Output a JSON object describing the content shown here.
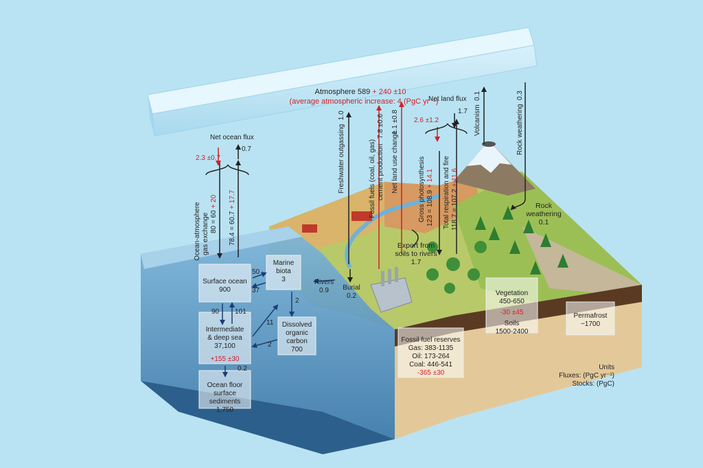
{
  "atmosphere": {
    "title_prefix": "Atmosphere 589",
    "title_increase": " + 240 ±10",
    "subtitle": "(average atmospheric increase: 4 (PgC yr⁻¹)"
  },
  "net_ocean_flux": {
    "label": "Net ocean flux",
    "down": "2.3 ±0.7",
    "up": "0.7"
  },
  "ocean_exchange": {
    "label_line1": "Ocean-atmosphere",
    "label_line2": "gas exchange",
    "down_base": "80 = 60",
    "down_add": " + 20",
    "up_base": "78.4 = 60.7",
    "up_add": " + 17.7"
  },
  "freshwater_outgassing": {
    "label": "Freshwater outgassing",
    "value": "1.0"
  },
  "fossil_fuels": {
    "line1": "Fossil fuels (coal, oil, gas)",
    "line2": "cement production",
    "value": "7.8 ±0.6"
  },
  "land_use": {
    "label": "Net land use change",
    "value": "1.1 ±0.8"
  },
  "net_land_flux": {
    "label": "Net land flux",
    "down": "2.6 ±1.2",
    "up": "1.7"
  },
  "gross_photosynthesis": {
    "line1": "Gross photosynthesis",
    "line2_base": "123 = 108.9",
    "line2_add": " + 14.1"
  },
  "respiration": {
    "line1": "Total respiration and fire",
    "line2_base": "118.7 = 107.2",
    "line2_add": " + 11.6"
  },
  "volcanism": {
    "label": "Volcanism",
    "value": "0.1"
  },
  "rock_weathering_flux": {
    "label": "Rock weathering",
    "value": "0.3"
  },
  "rock_weathering": {
    "line1": "Rock",
    "line2": "weathering",
    "value": "0.1"
  },
  "export_soils": {
    "line1": "Export from",
    "line2": "soils to rivers",
    "value": "1.7"
  },
  "rivers": {
    "label": "Rivers",
    "value": "0.9"
  },
  "burial": {
    "label": "Burial",
    "value": "0.2"
  },
  "ocean_flux_numbers": {
    "surface_to_biota": "50",
    "biota_to_surface": "37",
    "deep_to_surface": "101",
    "surface_to_deep": "90",
    "biota_to_doc": "2",
    "doc_to_deep": "2",
    "deep_to_doc": "11",
    "sediment": "0.2"
  },
  "surface_ocean": {
    "name": "Surface ocean",
    "value": "900"
  },
  "marine_biota": {
    "line1": "Marine",
    "line2": "biota",
    "value": "3"
  },
  "deep_sea": {
    "line1": "Intermediate",
    "line2": "& deep sea",
    "value": "37,100",
    "change": "+155 ±30"
  },
  "doc": {
    "line1": "Dissolved",
    "line2": "organic",
    "line3": "carbon",
    "value": "700"
  },
  "ocean_floor": {
    "line1": "Ocean floor",
    "line2": "surface sediments",
    "value": "1,750"
  },
  "fossil_reserves": {
    "title": "Fossil fuel reserves",
    "gas": "Gas: 383-1135",
    "oil": "Oil: 173-264",
    "coal": "Coal: 446-541",
    "change": "-365 ±30"
  },
  "vegetation": {
    "name": "Vegetation",
    "value": "450-650",
    "change": "-30 ±45",
    "soils_name": "Soils",
    "soils_value": "1500-2400"
  },
  "permafrost": {
    "name": "Permafrost",
    "value": "~1700"
  },
  "units": {
    "title": "Units",
    "fluxes": "Fluxes: (PgC yr⁻¹)",
    "stocks": "Stocks: (PgC)"
  },
  "colors": {
    "background": "#b9e3f3",
    "ocean": "#5b9ac4",
    "land": "#c9b27a",
    "anthropogenic": "#d32026",
    "natural": "#222222",
    "ocean_arrows": "#1d3d75"
  }
}
